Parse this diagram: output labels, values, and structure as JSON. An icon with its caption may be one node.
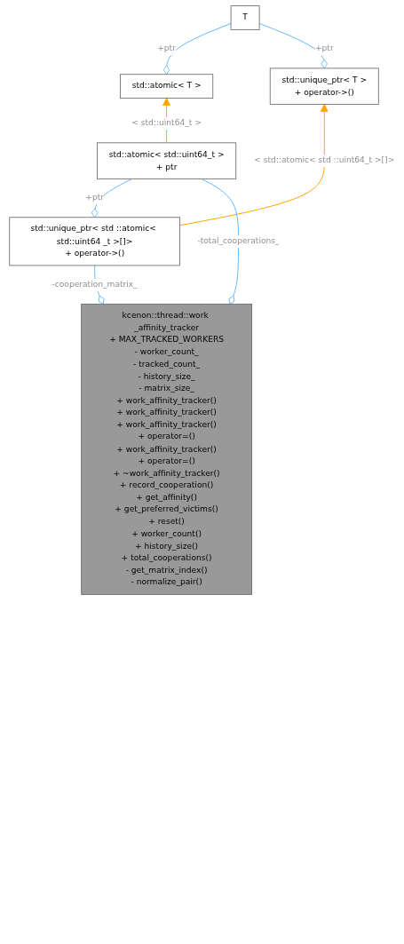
{
  "diagram": {
    "nodes": [
      {
        "text": [
          "T"
        ]
      },
      {
        "text": [
          "std::atomic< T >"
        ]
      },
      {
        "text": [
          "std::unique_ptr< T >",
          "+ operator->()"
        ]
      },
      {
        "text": [
          "std::atomic< std::uint64_t >",
          "+ ptr"
        ]
      },
      {
        "text": [
          "std::unique_ptr< std ::atomic< std::uint64 _t >[]>",
          "+ operator->()"
        ]
      },
      {
        "text": [
          "kcenon::thread::work _affinity_tracker",
          "+ MAX_TRACKED_WORKERS",
          "- worker_count_",
          "- tracked_count_",
          "- history_size_",
          "- matrix_size_",
          "+ work_affinity_tracker()",
          "+ work_affinity_tracker()",
          "+ work_affinity_tracker()",
          "+ operator=()",
          "+ work_affinity_tracker()",
          "+ operator=()",
          "+ ~work_affinity_tracker()",
          "+ record_cooperation()",
          "+ get_affinity()",
          "+ get_preferred_victims()",
          "+ reset()",
          "+ worker_count()",
          "+ history_size()",
          "+ total_cooperations()",
          "- get_matrix_index()",
          "- normalize_pair()"
        ]
      }
    ],
    "edges": [
      {
        "from": 1,
        "to": 0,
        "arrow": "other",
        "label": "+ptr"
      },
      {
        "from": 2,
        "to": 0,
        "arrow": "other",
        "label": "+ptr"
      },
      {
        "from": 3,
        "to": 1,
        "arrow": "to",
        "label": "< std::uint64_t >",
        "color": "#ffa500"
      },
      {
        "from": 4,
        "to": 2,
        "arrow": "to",
        "label": "< std::atomic< std ::uint64_t >[]>",
        "color": "#ffa500"
      },
      {
        "from": 4,
        "to": 3,
        "arrow": "other",
        "label": "+ptr"
      },
      {
        "from": 5,
        "to": 3,
        "arrow": "other",
        "label": "-total_cooperations_"
      },
      {
        "from": 5,
        "to": 4,
        "arrow": "other",
        "label": "-cooperation_matrix_"
      }
    ]
  }
}
